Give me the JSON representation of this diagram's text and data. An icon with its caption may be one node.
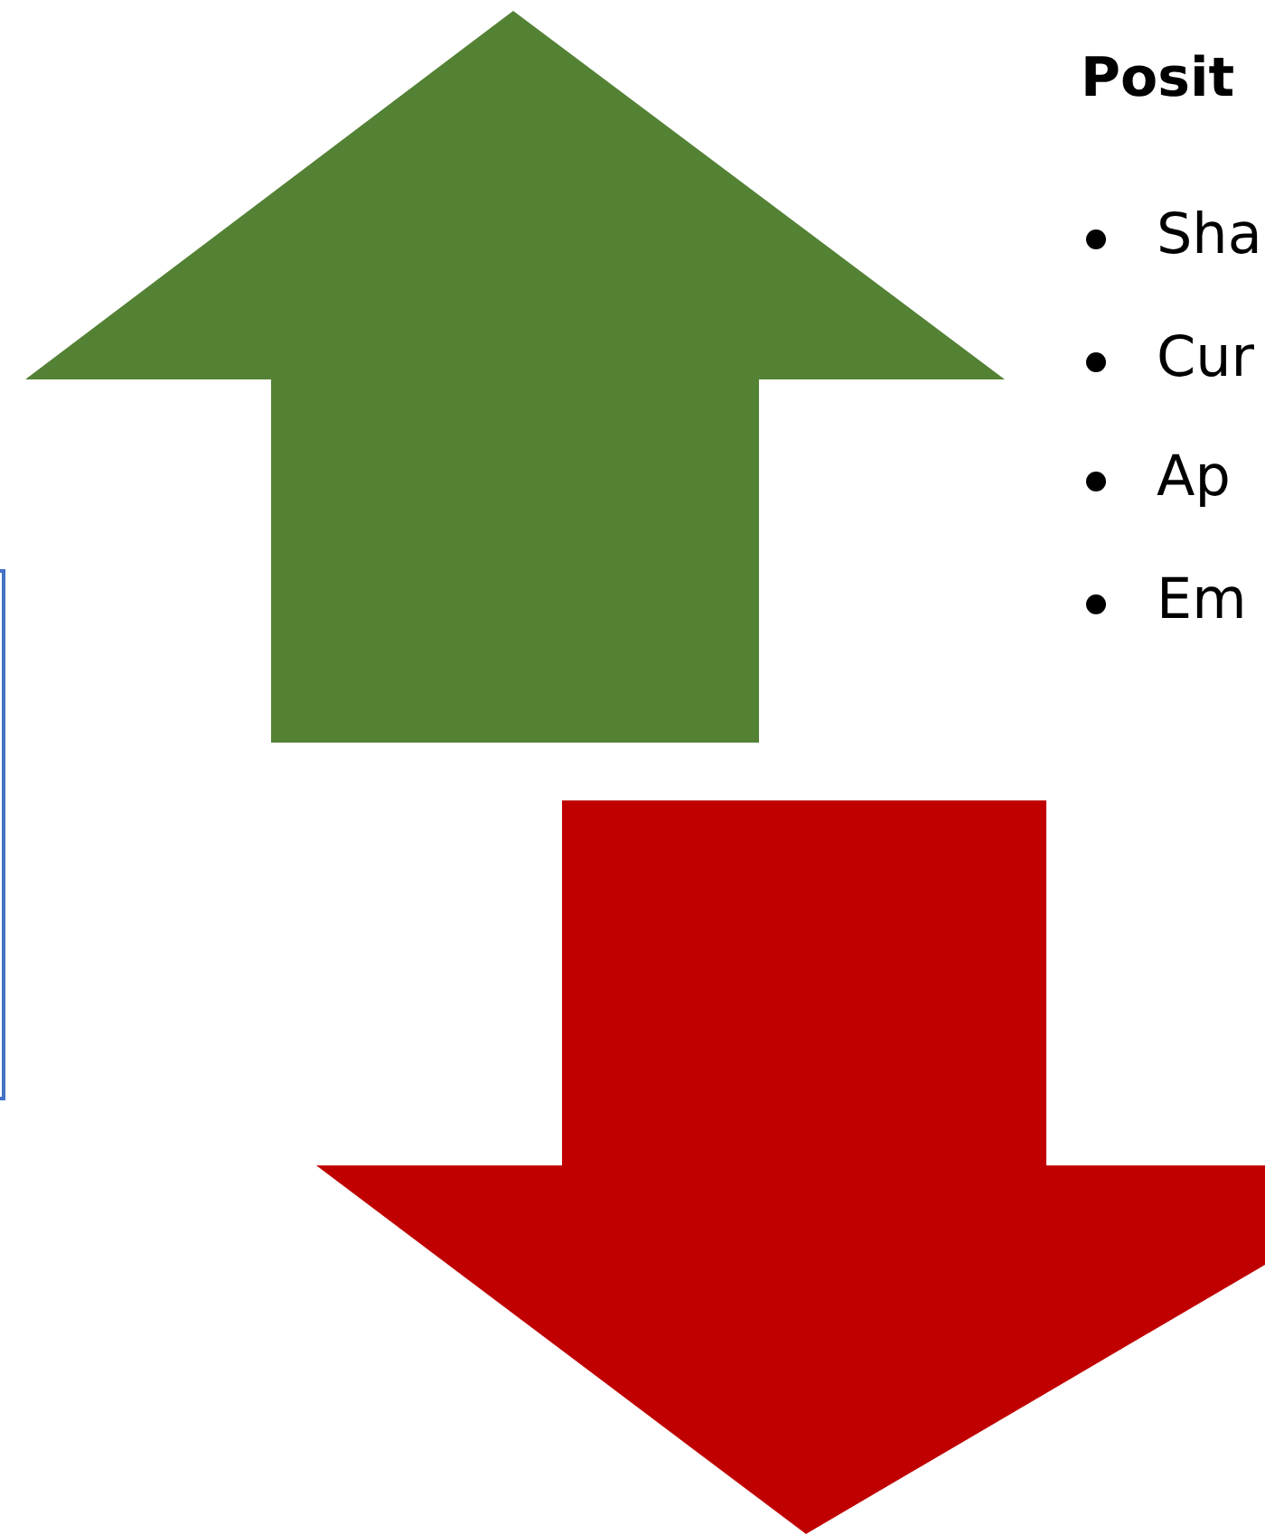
{
  "diagram": {
    "labels": [
      "Posit",
      "Sha",
      "Cur",
      "Ap",
      "Em"
    ]
  }
}
